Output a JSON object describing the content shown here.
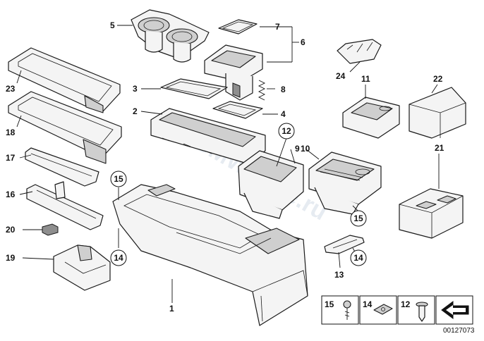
{
  "watermark": "BMWstore.ru",
  "callouts": {
    "p1": "1",
    "p2": "2",
    "p3": "3",
    "p4": "4",
    "p5": "5",
    "p6": "6",
    "p7": "7",
    "p8": "8",
    "p9": "9",
    "p10": "10",
    "p11": "11",
    "p12": "12",
    "p13": "13",
    "p14a": "14",
    "p14b": "14",
    "p15a": "15",
    "p15b": "15",
    "p16": "16",
    "p17": "17",
    "p18": "18",
    "p19": "19",
    "p20": "20",
    "p21": "21",
    "p22": "22",
    "p23": "23",
    "p24": "24"
  },
  "legend": {
    "a": "15",
    "b": "14",
    "c": "12"
  },
  "reference_number": "00127073"
}
